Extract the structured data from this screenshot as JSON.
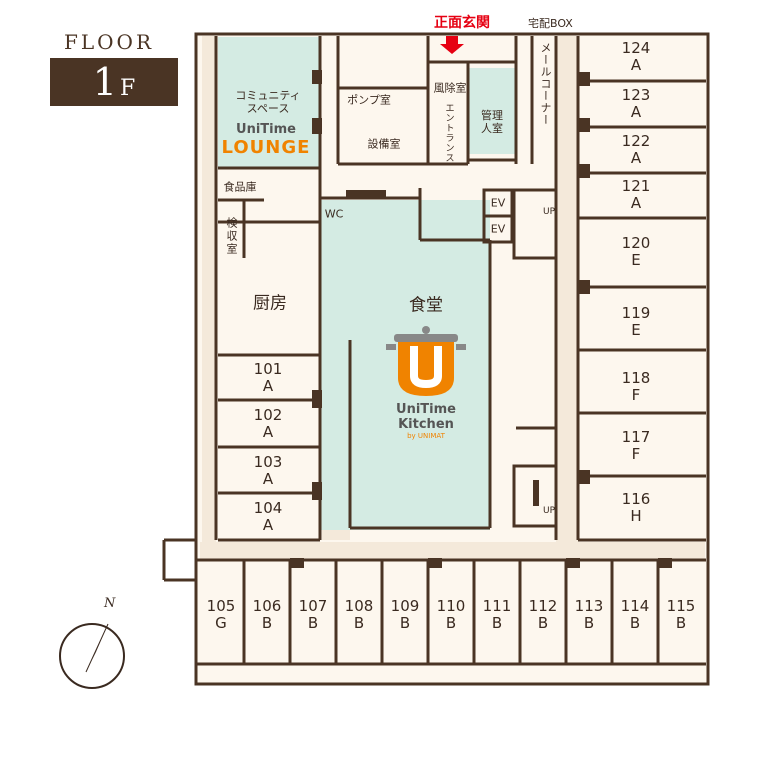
{
  "header": {
    "floor_word": "FLOOR",
    "floor_number": "1",
    "floor_suffix": "F"
  },
  "labels": {
    "entrance": "正面玄関",
    "delivery_box": "宅配BOX",
    "community_space": "コミュニティ\nスペース",
    "pump_room": "ポンプ室",
    "windbreak_room": "風除室",
    "management_room": "管理\n人室",
    "equipment_room": "設備室",
    "entrance_hall": "エ\nン\nト\nラ\nン\nス",
    "mail_corner": "メールコーナー",
    "food_storage": "食品庫",
    "inspection_room": "検\n収\n室",
    "wc": "WC",
    "ev1": "EV",
    "ev2": "EV",
    "up1": "UP",
    "up2": "UP",
    "kitchen": "厨房",
    "dining": "食堂"
  },
  "logos": {
    "lounge_top": "UniTime",
    "lounge_bottom": "LOUNGE",
    "kitchen_top": "UniTime",
    "kitchen_bottom": "Kitchen",
    "kitchen_sub": "by UNIMAT"
  },
  "rooms_left": [
    {
      "num": "101",
      "type": "A"
    },
    {
      "num": "102",
      "type": "A"
    },
    {
      "num": "103",
      "type": "A"
    },
    {
      "num": "104",
      "type": "A"
    }
  ],
  "rooms_right": [
    {
      "num": "124",
      "type": "A"
    },
    {
      "num": "123",
      "type": "A"
    },
    {
      "num": "122",
      "type": "A"
    },
    {
      "num": "121",
      "type": "A"
    },
    {
      "num": "120",
      "type": "E"
    },
    {
      "num": "119",
      "type": "E"
    },
    {
      "num": "118",
      "type": "F"
    },
    {
      "num": "117",
      "type": "F"
    },
    {
      "num": "116",
      "type": "H"
    }
  ],
  "rooms_bottom": [
    {
      "num": "105",
      "type": "G"
    },
    {
      "num": "106",
      "type": "B"
    },
    {
      "num": "107",
      "type": "B"
    },
    {
      "num": "108",
      "type": "B"
    },
    {
      "num": "109",
      "type": "B"
    },
    {
      "num": "110",
      "type": "B"
    },
    {
      "num": "111",
      "type": "B"
    },
    {
      "num": "112",
      "type": "B"
    },
    {
      "num": "113",
      "type": "B"
    },
    {
      "num": "114",
      "type": "B"
    },
    {
      "num": "115",
      "type": "B"
    }
  ],
  "compass": {
    "north_label": "N"
  },
  "colors": {
    "wall": "#4a3424",
    "floor": "#fdf7ee",
    "corridor": "#f4e9da",
    "accent_green": "#d4ebe3",
    "orange": "#f08300",
    "red": "#e60012"
  }
}
